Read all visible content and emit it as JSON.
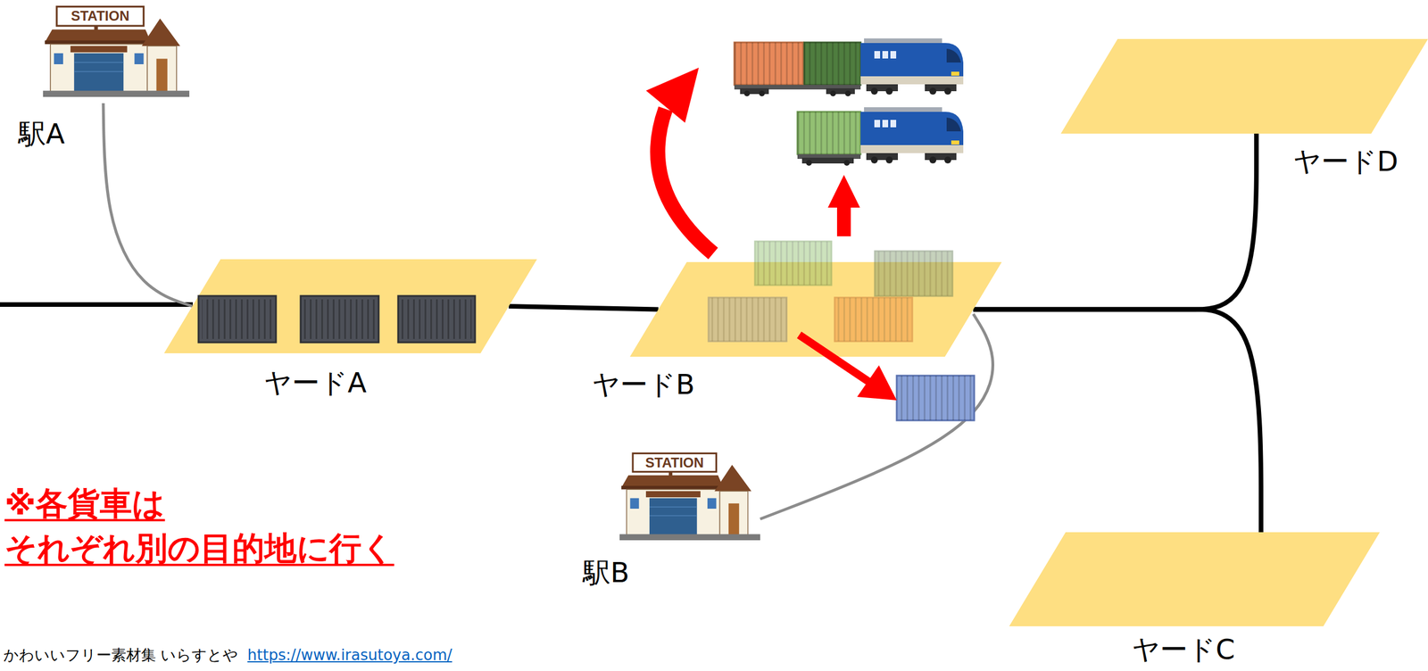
{
  "diagram": {
    "nodes": [
      {
        "text": [
          "STATION",
          "駅A"
        ]
      },
      {
        "text": [
          "ヤードD"
        ]
      },
      {
        "text": [
          "ヤードA"
        ]
      },
      {
        "text": [
          "ヤードB"
        ]
      },
      {
        "text": [
          "STATION",
          "駅B"
        ]
      },
      {
        "text": [
          "ヤードC"
        ]
      }
    ],
    "edges": [
      {
        "from": 0,
        "to": 2,
        "arrow": "none"
      },
      {
        "from": 2,
        "to": 3,
        "arrow": "none"
      },
      {
        "from": 3,
        "to": 1,
        "arrow": "none"
      },
      {
        "from": 3,
        "to": 5,
        "arrow": "none"
      },
      {
        "from": 3,
        "to": 4,
        "arrow": "none"
      }
    ],
    "labels": [
      "※各貨車は",
      "それぞれ別の目的地に行く",
      "かわいいフリー素材集 いらすとや",
      "https://www.irasutoya.com/"
    ]
  }
}
